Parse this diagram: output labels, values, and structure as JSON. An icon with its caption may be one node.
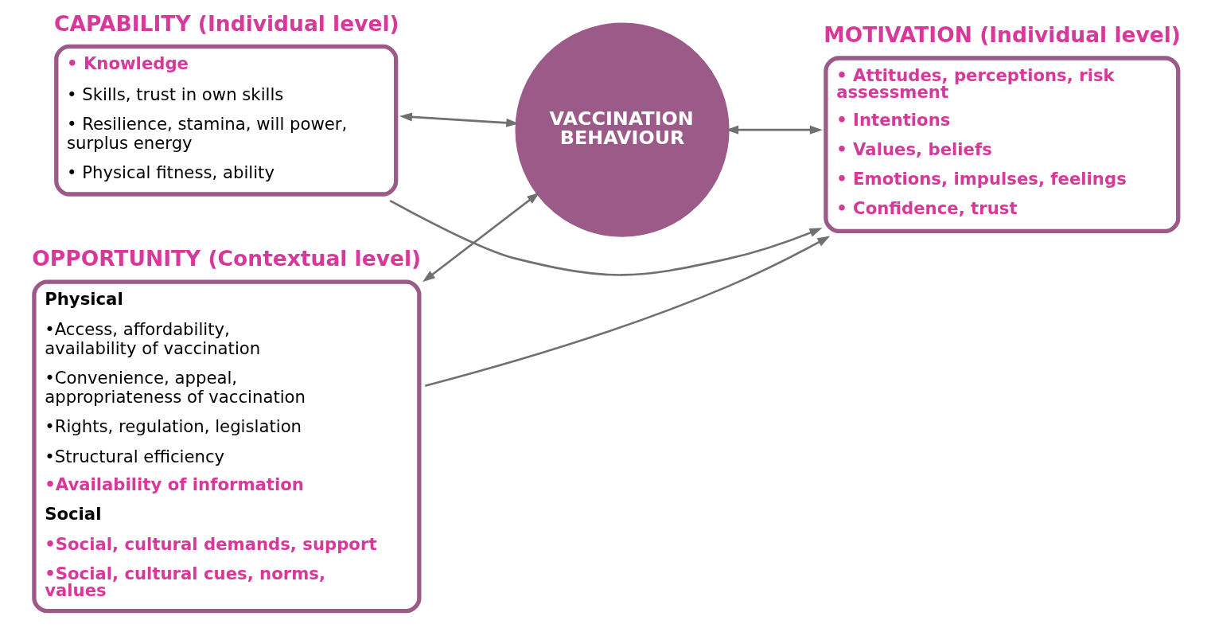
{
  "diagram": {
    "nodes": [
      {
        "text": [
          "CAPABILITY (Individual level)",
          "• Knowledge",
          "• Skills, trust in own skills",
          "• Resilience, stamina, will power, surplus energy",
          "• Physical fitness, ability"
        ]
      },
      {
        "text": [
          "OPPORTUNITY (Contextual level)",
          "Physical",
          "•Access, affordability, availability of vaccination",
          "•Convenience, appeal, appropriateness of vaccination",
          "•Rights, regulation, legislation",
          "•Structural efficiency",
          "•Availability of information",
          "Social",
          "•Social, cultural demands, support",
          "•Social, cultural cues, norms, values"
        ]
      },
      {
        "text": [
          "VACCINATION BEHAVIOUR"
        ]
      },
      {
        "text": [
          "MOTIVATION (Individual level)",
          "• Attitudes, perceptions, risk assessment",
          "• Intentions",
          "• Values, beliefs",
          "• Emotions, impulses, feelings",
          "• Confidence, trust"
        ]
      }
    ],
    "edges": [
      {
        "from": 0,
        "to": 3,
        "arrow": "to"
      },
      {
        "from": 0,
        "to": 2,
        "arrow": "both"
      },
      {
        "from": 1,
        "to": 2,
        "arrow": "both"
      },
      {
        "from": 2,
        "to": 3,
        "arrow": "both"
      },
      {
        "from": 1,
        "to": 3,
        "arrow": "to"
      }
    ]
  }
}
